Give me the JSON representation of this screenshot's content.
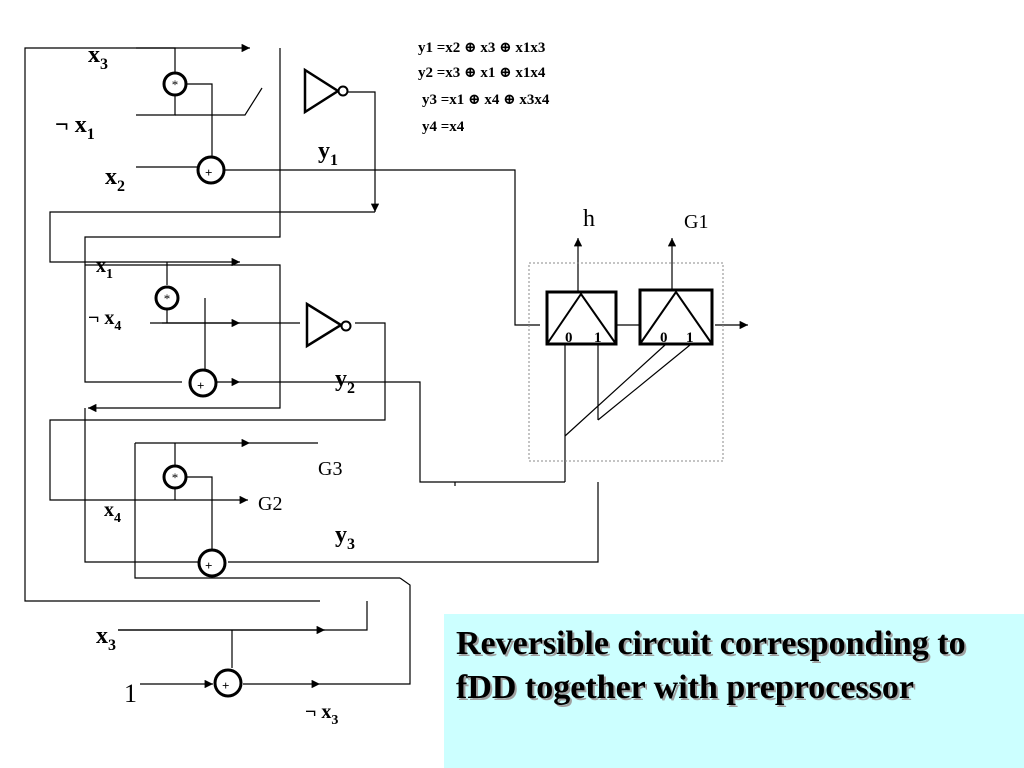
{
  "equations": [
    "y1 =x2 ⊕ x3 ⊕ x1x3",
    "y2 =x3 ⊕ x1 ⊕ x1x4",
    "y3 =x1 ⊕ x4 ⊕ x3x4",
    "y4 =x4"
  ],
  "labels": {
    "b1_top": {
      "base": "x",
      "sub": "3"
    },
    "b1_mid": {
      "prefix": "¬ ",
      "base": "x",
      "sub": "1"
    },
    "b1_bot": {
      "base": "x",
      "sub": "2"
    },
    "y1": {
      "base": "y",
      "sub": "1"
    },
    "b2_top": {
      "base": "x",
      "sub": "1"
    },
    "b2_mid": {
      "prefix": "¬ ",
      "base": "x",
      "sub": "4"
    },
    "y2": {
      "base": "y",
      "sub": "2"
    },
    "b3_x4": {
      "base": "x",
      "sub": "4"
    },
    "y3": {
      "base": "y",
      "sub": "3"
    },
    "b4_x3": {
      "base": "x",
      "sub": "3"
    },
    "b4_one": "1",
    "b4_out": {
      "prefix": "¬ ",
      "base": "x",
      "sub": "3"
    }
  },
  "outputs": {
    "h": "h",
    "G1": "G1",
    "G2": "G2",
    "G3": "G3"
  },
  "gates": {
    "and_symbol": "*",
    "xor_symbol": "+",
    "mux_zero": "0",
    "mux_one": "1"
  },
  "caption": "Reversible circuit corresponding to fDD together with preprocessor",
  "colors": {
    "caption_bg": "#ccffff",
    "line": "#000000",
    "dotted_box": "#888888"
  }
}
